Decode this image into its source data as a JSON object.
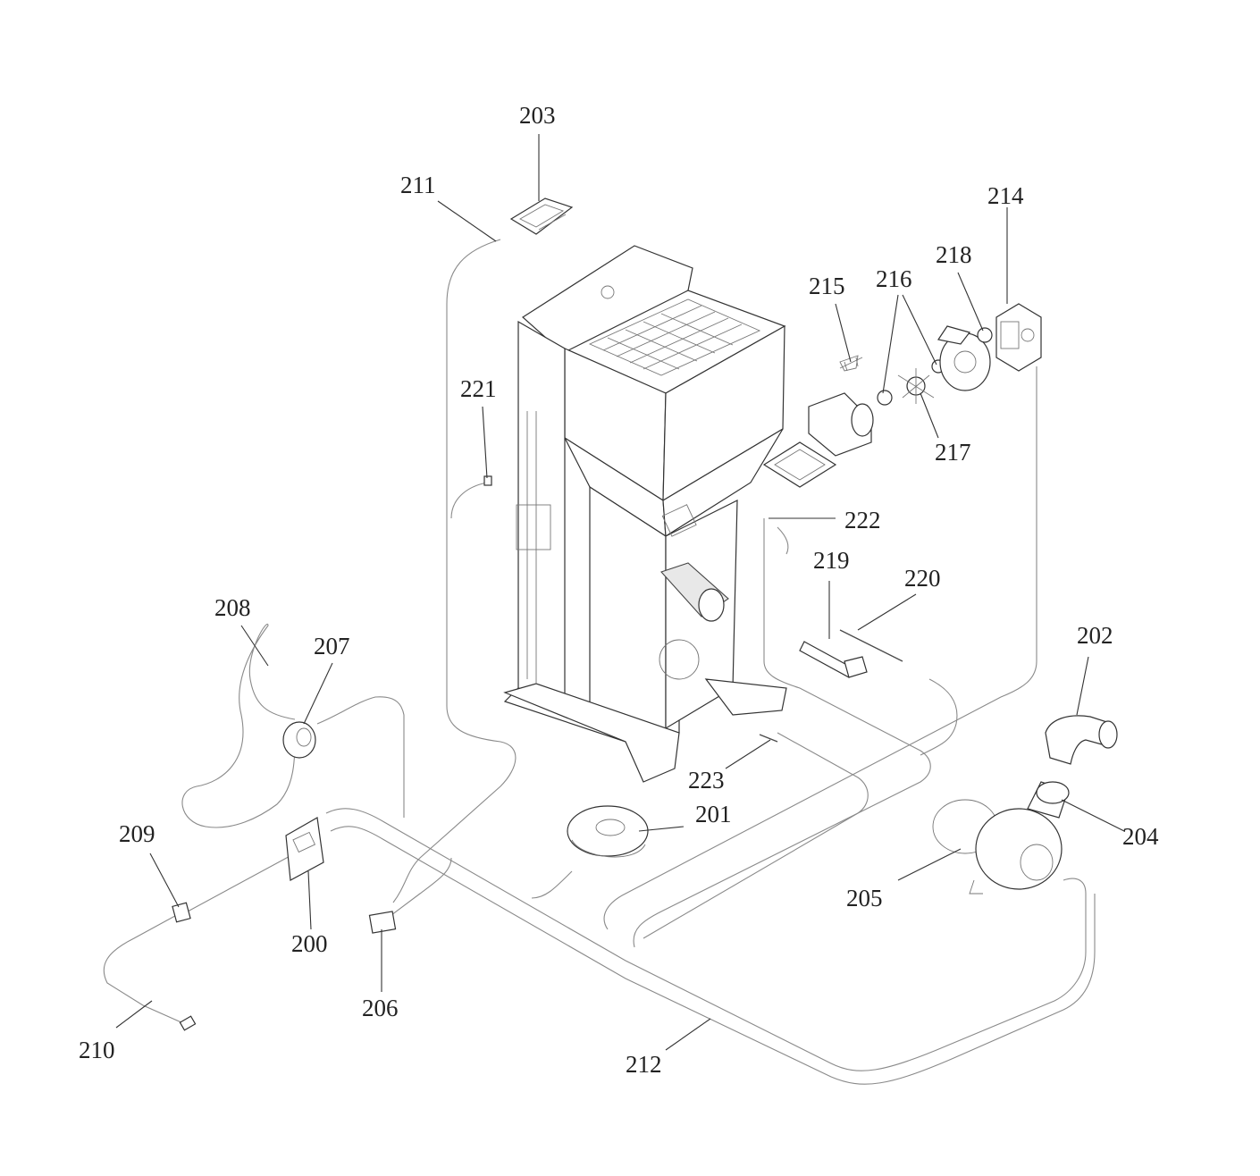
{
  "diagram": {
    "callouts": [
      {
        "id": "c200",
        "label": "200"
      },
      {
        "id": "c201",
        "label": "201"
      },
      {
        "id": "c202",
        "label": "202"
      },
      {
        "id": "c203",
        "label": "203"
      },
      {
        "id": "c204",
        "label": "204"
      },
      {
        "id": "c205",
        "label": "205"
      },
      {
        "id": "c206",
        "label": "206"
      },
      {
        "id": "c207",
        "label": "207"
      },
      {
        "id": "c208",
        "label": "208"
      },
      {
        "id": "c209",
        "label": "209"
      },
      {
        "id": "c210",
        "label": "210"
      },
      {
        "id": "c211",
        "label": "211"
      },
      {
        "id": "c212",
        "label": "212"
      },
      {
        "id": "c214",
        "label": "214"
      },
      {
        "id": "c215",
        "label": "215"
      },
      {
        "id": "c216",
        "label": "216"
      },
      {
        "id": "c217",
        "label": "217"
      },
      {
        "id": "c218",
        "label": "218"
      },
      {
        "id": "c219",
        "label": "219"
      },
      {
        "id": "c220",
        "label": "220"
      },
      {
        "id": "c221",
        "label": "221"
      },
      {
        "id": "c222",
        "label": "222"
      },
      {
        "id": "c223",
        "label": "223"
      }
    ]
  }
}
